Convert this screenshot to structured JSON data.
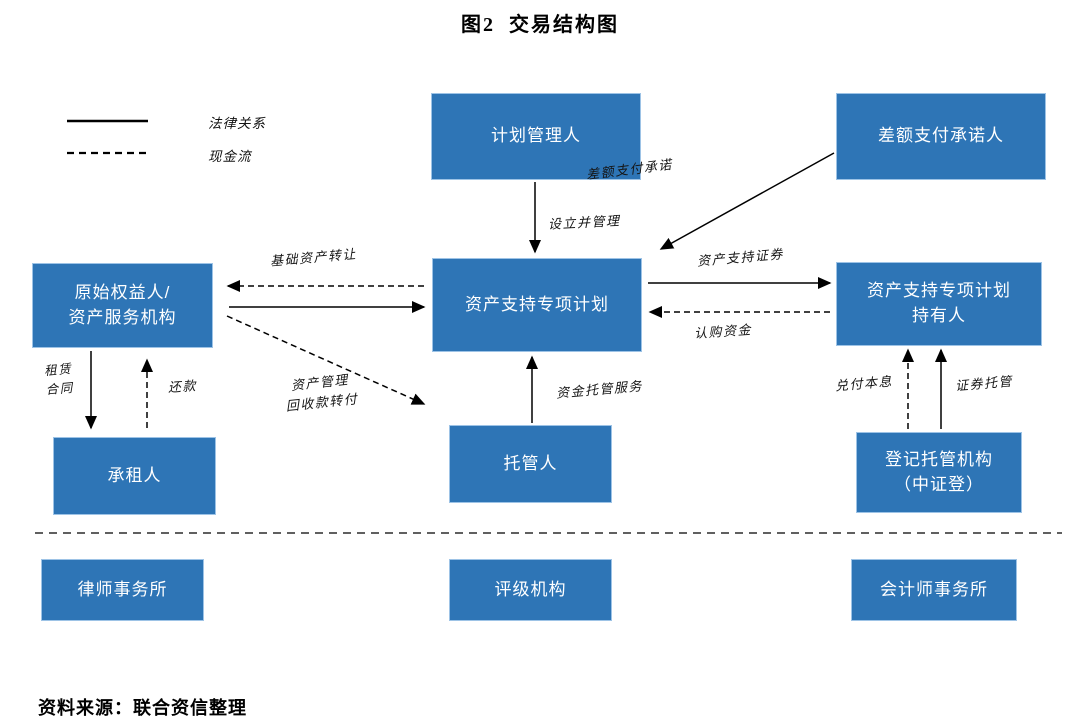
{
  "title": "图2  交易结构图",
  "legend": {
    "solid_label": "法律关系",
    "dashed_label": "现金流"
  },
  "nodes": {
    "plan_manager": "计划管理人",
    "difference_payment": "差额支付承诺人",
    "originator": "原始权益人/\n资产服务机构",
    "spv": "资产支持专项计划",
    "holders": "资产支持专项计划\n持有人",
    "lessee": "承租人",
    "custodian": "托管人",
    "registrar": "登记托管机构\n（中证登）",
    "law_firm": "律师事务所",
    "rating_agency": "评级机构",
    "accounting_firm": "会计师事务所"
  },
  "edge_labels": {
    "setup_manage": "设立并管理",
    "difference_promise": "差额支付承诺",
    "asset_transfer": "基础资产转让",
    "abs_securities": "资产支持证券",
    "subscription_funds": "认购资金",
    "lease_contract": "租赁\n合同",
    "repayment": "还款",
    "asset_mgmt_transfer": "资产管理\n回收款转付",
    "fund_custody": "资金托管服务",
    "principal_interest": "兑付本息",
    "securities_custody": "证券托管"
  },
  "source": "资料来源：联合资信整理",
  "colors": {
    "box_fill": "#2E75B6",
    "box_border": "#9DC3E6",
    "box_text": "#FFFFFF",
    "line": "#000000"
  }
}
